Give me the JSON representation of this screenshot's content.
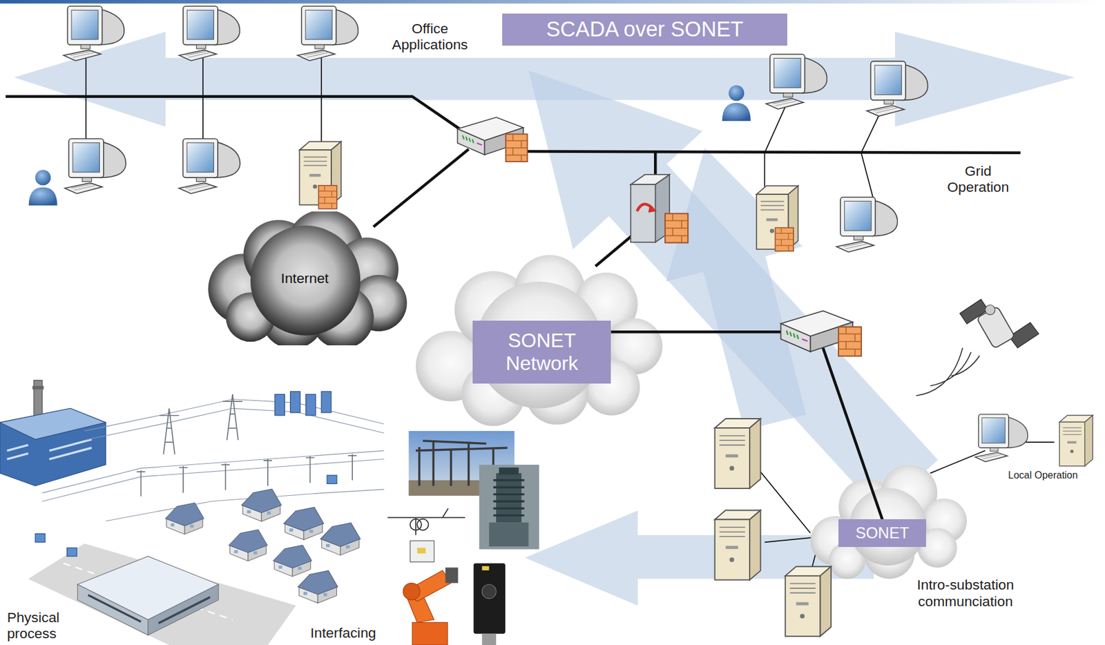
{
  "diagram": {
    "title": "SCADA over SONET",
    "nodes": [
      {
        "text": [
          "Internet"
        ]
      },
      {
        "text": [
          "SONET Network"
        ]
      },
      {
        "text": [
          "SONET"
        ]
      }
    ],
    "edges": [
      {
        "from": 1,
        "to": 2,
        "arrow": "none"
      }
    ],
    "labels": [
      "Office Applications",
      "Grid Operation",
      "Local Operation",
      "Intro-substation communciation",
      "Physical process",
      "Interfacing"
    ]
  }
}
